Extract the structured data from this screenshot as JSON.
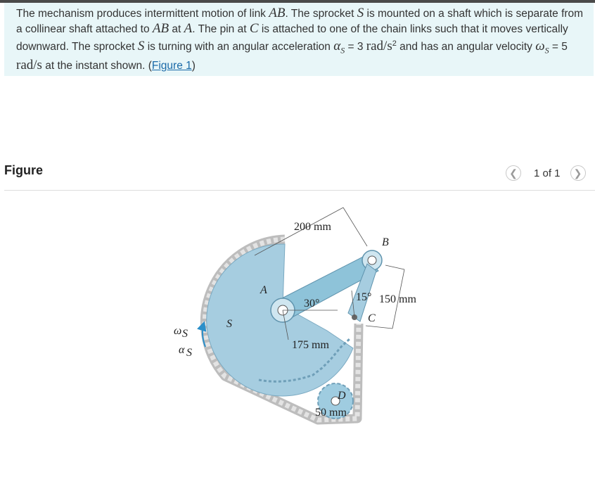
{
  "problem": {
    "t1": "The mechanism produces intermittent motion of link ",
    "AB": "AB",
    "t2": ". The sprocket ",
    "S": "S",
    "t3": " is mounted on a shaft which is separate from a collinear shaft attached to ",
    "t4": " at ",
    "A": "A",
    "t5": ". The pin at ",
    "C": "C",
    "t6": " is attached to one of the chain links such that it moves vertically downward. The sprocket ",
    "t7": " is turning with an angular acceleration ",
    "alpha": "α",
    "eq1": " = 3 ",
    "unit1": "rad/s",
    "sup2": "2",
    "t8": " and has an angular velocity ",
    "omega": "ω",
    "eq2": " = 5 ",
    "unit2": "rad/s",
    "t9": " at the instant shown. (",
    "link": "Figure 1",
    "t10": ")"
  },
  "figure_section": {
    "title": "Figure",
    "pager_count": "1 of 1",
    "prev_icon": "chevron-left-icon",
    "next_icon": "chevron-right-icon"
  },
  "diagram": {
    "label_200": "200 mm",
    "label_B": "B",
    "label_A": "A",
    "label_30": "30°",
    "label_15": "15°",
    "label_150": "150 mm",
    "label_C": "C",
    "label_S": "S",
    "label_omega": "ω",
    "label_alpha": "α",
    "label_sub_s": "S",
    "label_175": "175 mm",
    "label_D": "D",
    "label_50": "50 mm"
  },
  "colors": {
    "sprocket": "#a6cde0",
    "link": "#8ec3d9",
    "chain": "#c9c9c9",
    "arrow": "#2b8fc9",
    "link_text": "#1a6aa8"
  }
}
